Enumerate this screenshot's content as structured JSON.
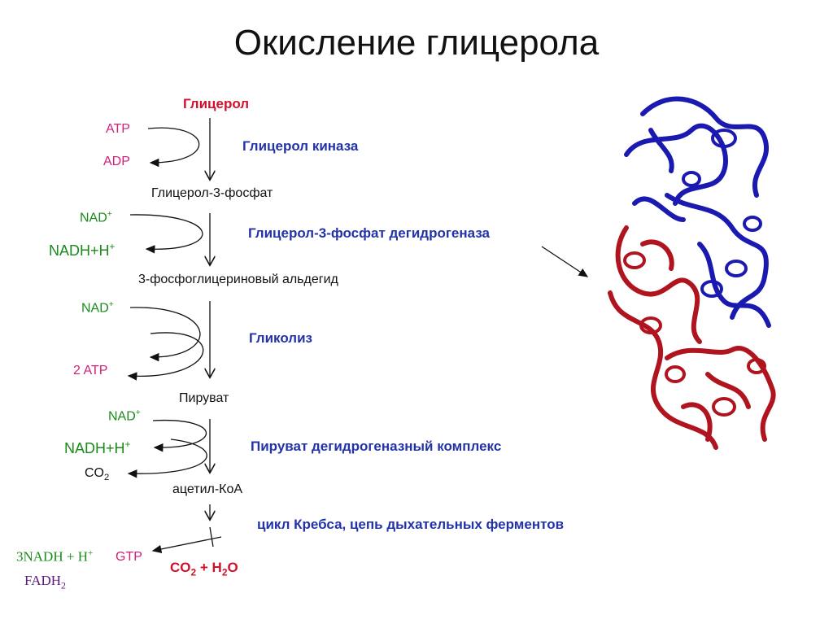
{
  "title": "Окисление глицерола",
  "nodes": {
    "glycerol": "Глицерол",
    "g3p": "Глицерол-3-фосфат",
    "pga": "3-фосфоглицериновый альдегид",
    "pyruvate": "Пируват",
    "acetyl_coa": "ацетил-КоА",
    "co2": "CO",
    "co2_sub": "2",
    "plus": "+",
    "h2o": "H",
    "h2o_sub": "2",
    "h2o_o": "O"
  },
  "enzymes": {
    "kinase": "Глицерол киназа",
    "g3p_dh": "Глицерол-3-фосфат дегидрогеназа",
    "glycolysis": "Гликолиз",
    "pdh": "Пируват дегидрогеназный комплекс",
    "krebs": "цикл Кребса, цепь дыхательных ферментов"
  },
  "cofactors": {
    "atp": "ATP",
    "adp": "ADP",
    "nad1": "NAD",
    "nadh1": "NADH+H",
    "nad2": "NAD",
    "atp2": "2 ATP",
    "nad3": "NAD",
    "nadh3": "NADH+H",
    "co2": "CO",
    "co2_sub": "2",
    "plus": "+",
    "nadh_final": "3NADH + H",
    "fadh2": "FADH",
    "fadh2_sub": "2",
    "gtp": "GTP"
  },
  "colors": {
    "product": "#d0112b",
    "enzyme": "#2233aa",
    "atp": "#d0207a",
    "nad": "#1a8a1a",
    "protein_blue": "#1a1ab0",
    "protein_red": "#b0151f"
  }
}
